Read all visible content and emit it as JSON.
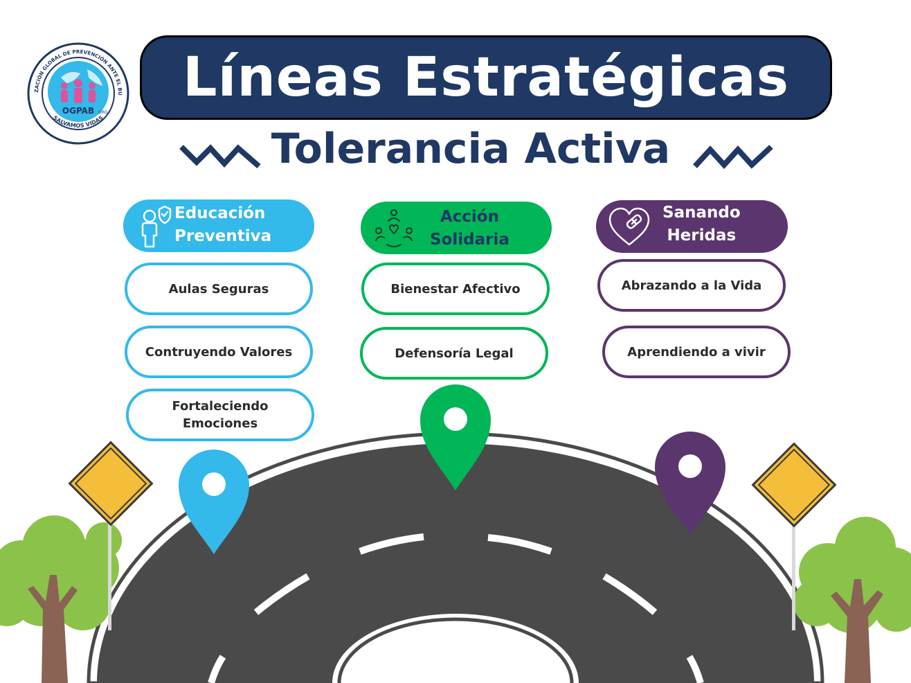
{
  "title": "Líneas Estratégicas",
  "subtitle": "Tolerancia Activa",
  "logo": {
    "name": "OGPAB",
    "suffix": ".ORG",
    "ring_text": "ORGANIZACIÓN GLOBAL DE PREVENCIÓN ANTE EL BULLYING",
    "bottom_text": "SALVAMOS VIDAS"
  },
  "colors": {
    "navy": "#1f3864",
    "blue": "#33b9ea",
    "green": "#00b656",
    "purple": "#5a356e",
    "road": "#4a4a4a",
    "sign": "#f4bd3a",
    "tree": "#8bc34a",
    "trunk": "#8a6355"
  },
  "columns": [
    {
      "header": "Educación\nPreventiva",
      "icon": "child-shield-icon",
      "items": [
        "Aulas Seguras",
        "Contruyendo Valores",
        "Fortaleciendo\nEmociones"
      ]
    },
    {
      "header": "Acción\nSolidaria",
      "icon": "community-circle-icon",
      "items": [
        "Bienestar Afectivo",
        "Defensoría Legal"
      ]
    },
    {
      "header": "Sanando\nHeridas",
      "icon": "bandaged-heart-icon",
      "items": [
        "Abrazando a la Vida",
        "Aprendiendo a vivir"
      ]
    }
  ]
}
